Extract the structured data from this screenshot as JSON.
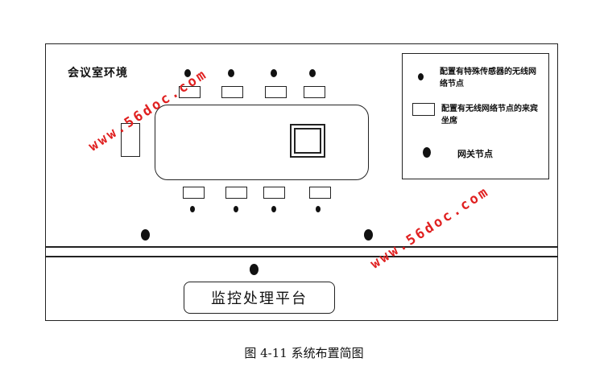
{
  "room": {
    "title": "会议室环境"
  },
  "legend": {
    "sensor_node": "配置有特殊传感器的无线网络节点",
    "guest_seat": "配置有无线网络节点的来宾坐席",
    "gateway_node": "网关节点"
  },
  "platform": {
    "label": "监控处理平台"
  },
  "caption": "图 4-11 系统布置简图",
  "watermarks": [
    "www.56doc.com",
    "www.56doc.com"
  ],
  "colors": {
    "watermark": "#e02020",
    "line": "#222222"
  }
}
